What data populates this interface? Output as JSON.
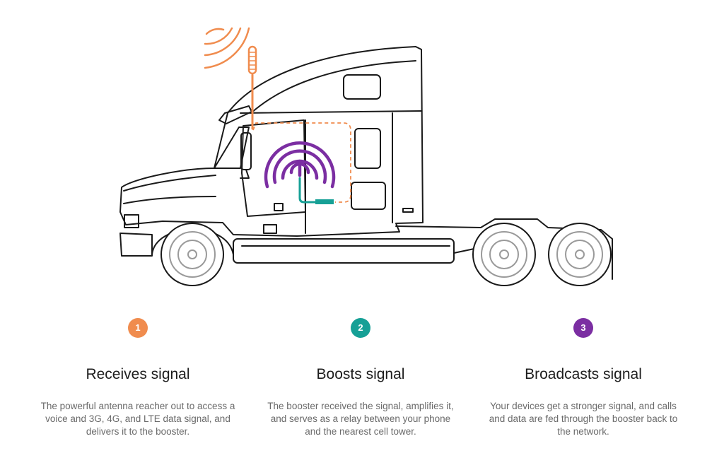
{
  "colors": {
    "receive": "#f08c4e",
    "boost": "#16a096",
    "broadcast": "#7b2ea2",
    "outline": "#1a1a1a"
  },
  "illustration": {
    "subject": "semi-truck",
    "antenna_color": "#f08c4e",
    "booster_color": "#16a096",
    "broadcast_color": "#7b2ea2"
  },
  "steps": [
    {
      "number": "1",
      "title": "Receives signal",
      "description": "The powerful antenna reacher out to access a voice and 3G, 4G, and LTE data signal, and delivers it to the booster."
    },
    {
      "number": "2",
      "title": "Boosts signal",
      "description": "The booster received the signal, amplifies it, and serves as a relay between your phone and the nearest cell tower."
    },
    {
      "number": "3",
      "title": "Broadcasts signal",
      "description": "Your devices get a stronger signal, and calls and data are fed through the booster back to the network."
    }
  ]
}
